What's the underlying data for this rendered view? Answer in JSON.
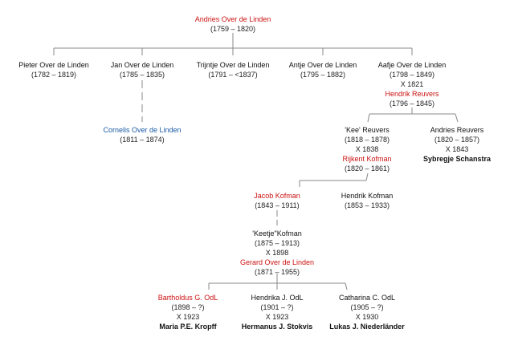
{
  "root": {
    "name": "Andries Over de Linden",
    "years": "(1759 – 1820)"
  },
  "gen1": [
    {
      "name": "Pieter Over de Linden",
      "years": "(1782 – 1819)"
    },
    {
      "name": "Jan Over de Linden",
      "years": "(1785 – 1835)"
    },
    {
      "name": "Trijntje Over de Linden",
      "years": "(1791 – <1837)"
    },
    {
      "name": "Antje Over de Linden",
      "years": "(1795 – 1882)"
    },
    {
      "name": "Aafje Over de Linden",
      "years": "(1798 – 1849)",
      "marriage": "X 1821",
      "spouse": "Hendrik Reuvers",
      "spouse_years": "(1796 – 1845)"
    }
  ],
  "cornelis": {
    "name": "Cornelis Over de Linden",
    "years": "(1811 – 1874)"
  },
  "gen2": [
    {
      "name": "'Kee' Reuvers",
      "years": "(1818 – 1878)",
      "marriage": "X 1838",
      "spouse": "Rijkent Kofman",
      "spouse_years": "(1820 – 1861)"
    },
    {
      "name": "Andries Reuvers",
      "years": "(1820 – 1857)",
      "marriage": "X 1843",
      "spouse": "Sybregje Schanstra"
    }
  ],
  "gen3": [
    {
      "name": "Jacob Kofman",
      "years": "(1843 – 1911)"
    },
    {
      "name": "Hendrik Kofman",
      "years": "(1853 – 1933)"
    }
  ],
  "gen4": {
    "name": "'Keetje\"Kofman",
    "years": "(1875 – 1913)",
    "marriage": "X 1898",
    "spouse": "Gerard Over de Linden",
    "spouse_years": "(1871 – 1955)"
  },
  "gen5": [
    {
      "name": "Bartholdus G. OdL",
      "years": "(1898 – ?)",
      "marriage": "X 1923",
      "spouse": "Maria P.E. Kropff"
    },
    {
      "name": "Hendrika J. OdL",
      "years": "(1901 – ?)",
      "marriage": "X 1923",
      "spouse": "Hermanus J. Stokvis"
    },
    {
      "name": "Catharina C. OdL",
      "years": "(1905 – ?)",
      "marriage": "X 1930",
      "spouse": "Lukas J. Niederländer"
    }
  ],
  "colors": {
    "descendant_red": "#cc1111",
    "highlight_blue": "#1a5aa6",
    "line": "#888888"
  }
}
